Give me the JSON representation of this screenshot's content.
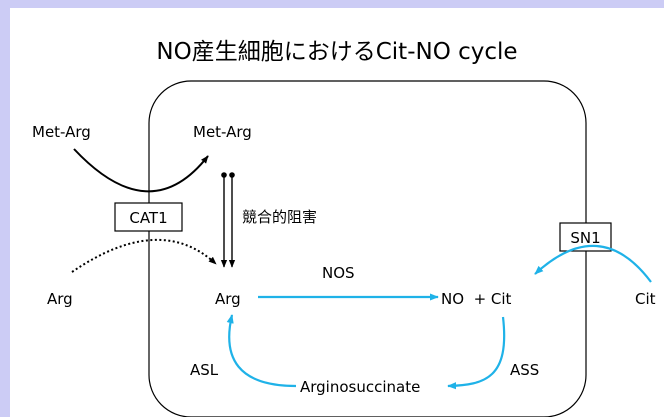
{
  "title": "NO産生細胞におけるCit-NO cycle",
  "labels": {
    "met_arg_outside": "Met-Arg",
    "met_arg_inside": "Met-Arg",
    "cat1": "CAT1",
    "competitive_inhibition": "競合的阻害",
    "sn1": "SN1",
    "arg_outside": "Arg",
    "arg_inside": "Arg",
    "nos": "NOS",
    "no_cit": "NO  + Cit",
    "cit_outside": "Cit",
    "asl": "ASL",
    "ass": "ASS",
    "argininosuccinate": "Arginosuccinate"
  },
  "colors": {
    "cycle_arrow": "#1fb2e8",
    "line": "#000000",
    "background": "#ccccf5",
    "slide": "#ffffff"
  }
}
